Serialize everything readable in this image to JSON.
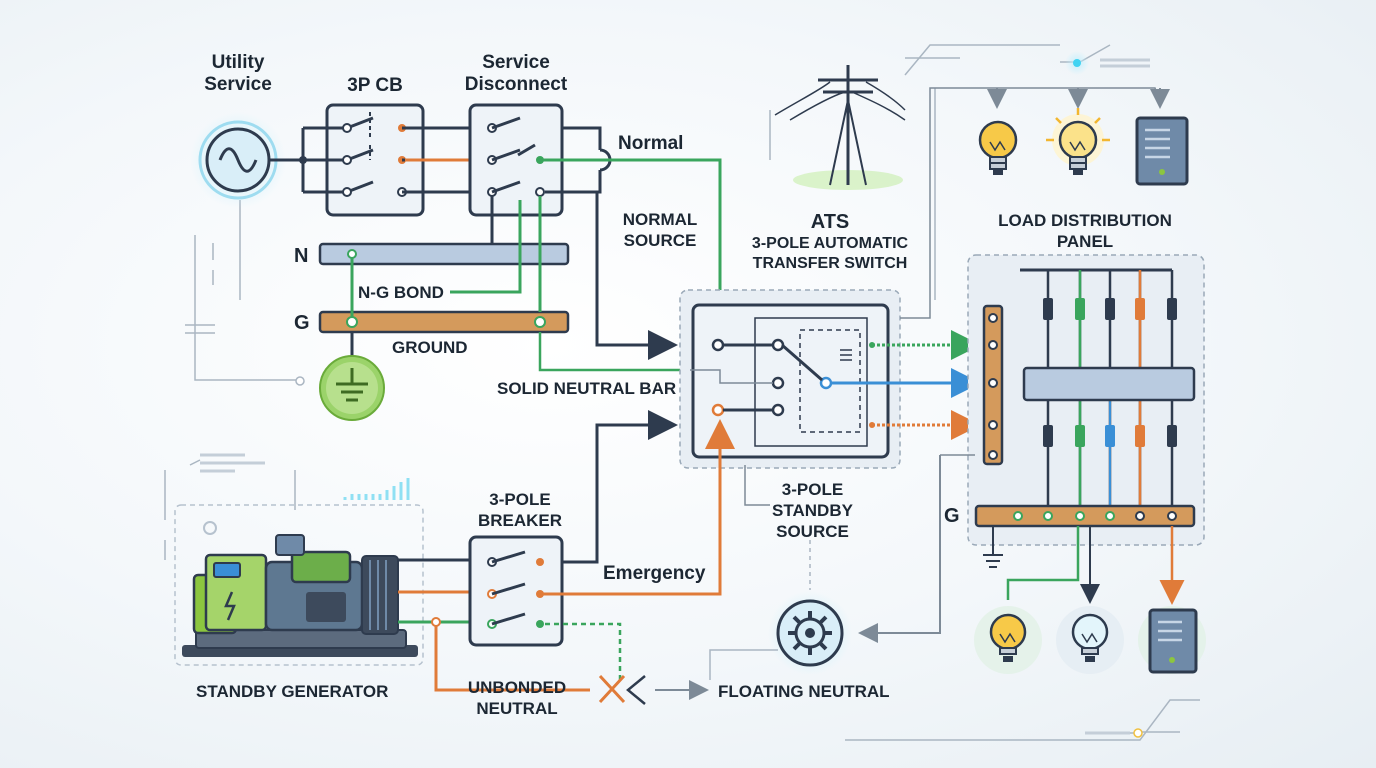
{
  "labels": {
    "utility_service_1": "Utility",
    "utility_service_2": "Service",
    "cb_3p": "3P CB",
    "service_disconnect_1": "Service",
    "service_disconnect_2": "Disconnect",
    "normal": "Normal",
    "normal_source_1": "NORMAL",
    "normal_source_2": "SOURCE",
    "ats_1": "ATS",
    "ats_2": "3-POLE AUTOMATIC",
    "ats_3": "TRANSFER SWITCH",
    "load_panel_1": "LOAD DISTRIBUTION",
    "load_panel_2": "PANEL",
    "n_bar": "N",
    "g_bar": "G",
    "ng_bond": "N-G BOND",
    "ground": "GROUND",
    "solid_neutral_bar": "SOLID NEUTRAL BAR",
    "breaker_1": "3-POLE",
    "breaker_2": "BREAKER",
    "standby_source_1": "3-POLE",
    "standby_source_2": "STANDBY",
    "standby_source_3": "SOURCE",
    "emergency": "Emergency",
    "standby_generator": "STANDBY GENERATOR",
    "unbonded_neutral_1": "UNBONDED",
    "unbonded_neutral_2": "NEUTRAL",
    "floating_neutral": "FLOATING NEUTRAL",
    "panel_g": "G"
  },
  "icons": [
    "ac-source-icon",
    "ground-icon",
    "utility-pole-icon",
    "light-bulb-icon",
    "server-icon",
    "generator-icon",
    "gear-icon",
    "break-x-icon"
  ],
  "colors": {
    "line": "#2e3b4e",
    "green": "#3aa55d",
    "orange": "#e07b39",
    "blue": "#3a8fd6",
    "ground": "#8cc63f",
    "copper": "#d49a5c",
    "bar": "#b9cbe0",
    "box": "#eef3f8"
  }
}
